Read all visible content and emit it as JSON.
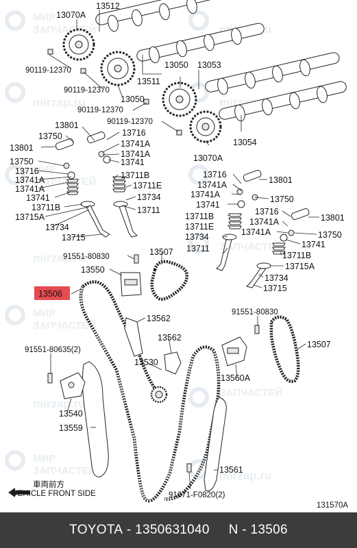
{
  "watermark": {
    "line1": "МИР",
    "line2": "ЗАПЧАСТЕЙ",
    "site": "mirzap.ru"
  },
  "labels": {
    "p13070A_top": "13070A",
    "p13512": "13512",
    "p90119_a": "90119-12370",
    "p90119_b": "90119-12370",
    "p13511": "13511",
    "p13050_right": "13050",
    "p13053": "13053",
    "p13050_left": "13050",
    "p90119_c": "90119-12370",
    "p90119_d": "90119-12370",
    "p13054": "13054",
    "p13070A_bottom": "13070A",
    "L13801": "13801",
    "L13750_a": "13750",
    "L13801_b": "13801",
    "L13716": "13716",
    "L13741A_a": "13741A",
    "L13741A_b": "13741A",
    "L13741_a": "13741",
    "L13750_b": "13750",
    "L13716_b": "13716",
    "L13741A_c": "13741A",
    "L13741A_d": "13741A",
    "L13711B": "13711B",
    "L13711E": "13711E",
    "L13741_b": "13741",
    "L13734_a": "13734",
    "L13711B_b": "13711B",
    "L13711": "13711",
    "L13715A": "13715A",
    "L13734_b": "13734",
    "L13715": "13715",
    "R13716": "13716",
    "R13741A_a": "13741A",
    "R13801": "13801",
    "R13741A_b": "13741A",
    "R13750": "13750",
    "R13741": "13741",
    "R13711B": "13711B",
    "R13711E": "13711E",
    "R13734": "13734",
    "R13711": "13711",
    "R13716_b": "13716",
    "R13741A_c": "13741A",
    "R13801_b": "13801",
    "R13741A_d": "13741A",
    "R13750_b": "13750",
    "R13741_b": "13741",
    "R13711B_b": "13711B",
    "R13715A": "13715A",
    "R13734_b": "13734",
    "R13715": "13715",
    "p91551_a": "91551-80830",
    "p13507_top": "13507",
    "p13550": "13550",
    "p13506": "13506",
    "p13562_a": "13562",
    "p91551_b": "91551-80830",
    "p13562_b": "13562",
    "p13507_right": "13507",
    "p91551_c": "91551-80635(2)",
    "p13530": "13530",
    "p13560A": "13560A",
    "p13540": "13540",
    "p13559": "13559",
    "p13561": "13561",
    "p91671": "91671-F0820(2)",
    "front_jp": "車両前方",
    "front_en": "VEHICLE FRONT SIDE",
    "figure_code": "131570A"
  },
  "highlight_color": "#e64b50",
  "footer": {
    "brand": "TOYOTA",
    "sep1": " - ",
    "part_number": "1350631040",
    "gap": "     ",
    "prefix": "N",
    "sep2": " - ",
    "ref": "13506"
  }
}
